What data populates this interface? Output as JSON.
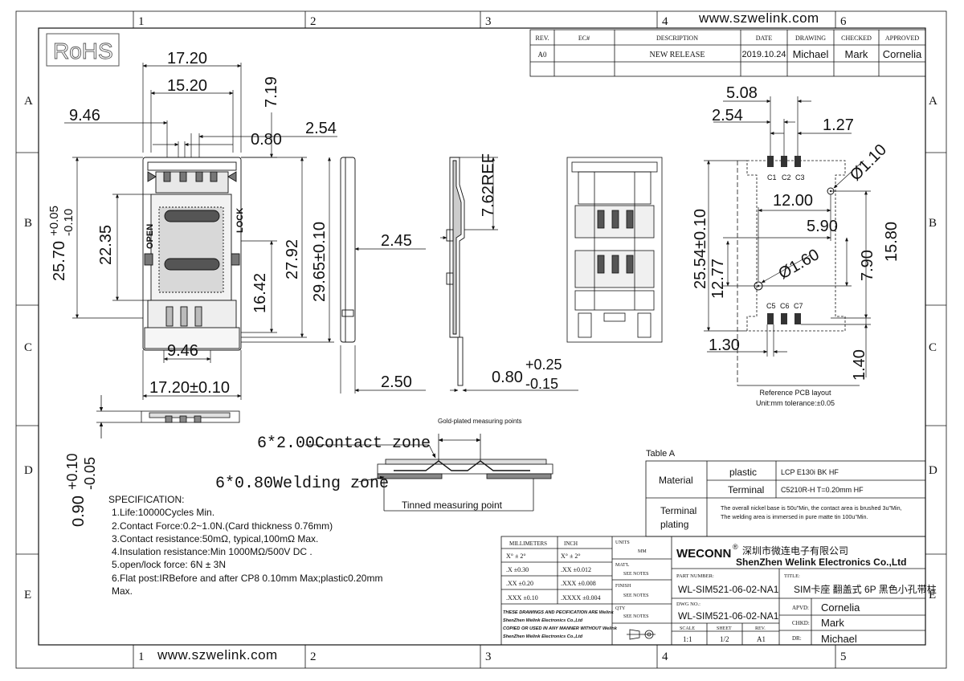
{
  "website": "www.szwelink.com",
  "rohs_label": "RoHS",
  "grid": {
    "columns": [
      "1",
      "2",
      "3",
      "4",
      "5",
      "6"
    ],
    "rows": [
      "A",
      "B",
      "C",
      "D",
      "E"
    ]
  },
  "revision_table": {
    "headers": [
      "REV.",
      "EC#",
      "DESCRIPTION",
      "DATE",
      "DRAWING",
      "CHECKED",
      "APPROVED"
    ],
    "row": {
      "rev": "A0",
      "ec": "",
      "description": "NEW RELEASE",
      "date": "2019.10.24",
      "drawing": "Michael",
      "checked": "Mark",
      "approved": "Cornelia"
    }
  },
  "front_view": {
    "dims": {
      "w_17_20": "17.20",
      "w_15_20": "15.20",
      "w_9_46": "9.46",
      "w_0_80": "0.80",
      "w_2_54": "2.54",
      "h_7_19": "7.19",
      "h_25_70": "25.70",
      "h_25_70_tol_up": "+0.05",
      "h_25_70_tol_dn": "-0.10",
      "h_22_35": "22.35",
      "h_16_42": "16.42",
      "h_27_92": "27.92",
      "h_29_65": "29.65±0.10",
      "w_9_46_bottom": "9.46",
      "w_17_20_tol": "17.20±0.10"
    },
    "labels": {
      "open": "OPEN",
      "lock": "LOCK"
    }
  },
  "side_view": {
    "dims": {
      "t_2_45": "2.45",
      "t_2_50": "2.50",
      "ref_7_62": "7.62REF",
      "t_0_80": "0.80",
      "t_0_80_up": "+0.25",
      "t_0_80_dn": "-0.15"
    }
  },
  "bottom_view": {
    "dims": {
      "h_0_90": "0.90",
      "h_0_90_up": "+0.10",
      "h_0_90_dn": "-0.05"
    },
    "contact_zone": "6*2.00Contact zone",
    "welding_zone": "6*0.80Welding zone",
    "gold_points": "Gold-plated measuring points",
    "tinned_point": "Tinned measuring point"
  },
  "pcb_layout": {
    "dims": {
      "d_5_08": "5.08",
      "d_2_54": "2.54",
      "d_1_27": "1.27",
      "d_1_10": "Ø1.10",
      "d_12_00": "12.00",
      "d_5_90": "5.90",
      "d_15_80": "15.80",
      "d_25_54": "25.54±0.10",
      "d_12_77": "12.77",
      "d_1_60": "Ø1.60",
      "d_7_90": "7.90",
      "d_1_30": "1.30",
      "d_1_40": "1.40"
    },
    "pads_top": [
      "C1",
      "C2",
      "C3"
    ],
    "pads_bottom": [
      "C5",
      "C6",
      "C7"
    ],
    "title": "Reference PCB layout",
    "tolerance": "Unit:mm tolerance:±0.05"
  },
  "table_a": {
    "title": "Table A",
    "material_label": "Material",
    "plastic_label": "plastic",
    "plastic_value": "LCP E130i BK HF",
    "terminal_label": "Terminal",
    "terminal_value": "C5210R-H T=0.20mm HF",
    "plating_label_1": "Terminal",
    "plating_label_2": "plating",
    "plating_value_1": "The overall nickel base is 50u\"Min, the contact area is brushed 3u\"Min,",
    "plating_value_2": "The welding area is immersed in pure matte tin 100u\"Min."
  },
  "specification": {
    "title": "SPECIFICATION:",
    "items": [
      "1.Life:10000Cycles Min.",
      "2.Contact Force:0.2~1.0N.(Card thickness 0.76mm)",
      "3.Contact resistance:50mΩ, typical,100mΩ Max.",
      "4.Insulation resistance:Min 1000MΩ/500V DC .",
      "5.open/lock force: 6N ± 3N",
      "6.Flat post:IRBefore and after CP8 0.10mm Max;plastic0.20mm",
      "Max."
    ]
  },
  "title_block": {
    "mm_header": "MILLIMETERS",
    "inch_header": "INCH",
    "tolerances": [
      [
        "X°  ± 2°",
        "X°  ± 2°"
      ],
      [
        ".X    ±0.30",
        ".XX   ±0.012"
      ],
      [
        ".XX   ±0.20",
        ".XXX  ±0.008"
      ],
      [
        ".XXX ±0.10",
        ".XXXX ±0.004"
      ]
    ],
    "units_label": "UNITS",
    "units_value": "MM",
    "mat_label": "MAT'L",
    "see_notes": "SEE NOTES",
    "finish_label": "FINISH",
    "qty_label": "QTY",
    "brand": "WECONN",
    "brand_reg": "®",
    "company_cn": "深圳市微连电子有限公司",
    "company_en": "ShenZhen Welink Electronics Co.,Ltd",
    "part_number_label": "PART NUMBER:",
    "part_number": "WL-SIM521-06-02-NA1",
    "title_label": "TITLE:",
    "title": "SIM卡座 翻盖式 6P 黑色小孔带柱",
    "dwg_label": "DWG NO.:",
    "dwg_number": "WL-SIM521-06-02-NA1",
    "apvd_label": "APVD:",
    "apvd": "Cornelia",
    "chkd_label": "CHKD:",
    "chkd": "Mark",
    "dr_label": "DR:",
    "dr": "Michael",
    "scale_label": "SCALE",
    "scale": "1:1",
    "sheet_label": "SHEET",
    "sheet": "1/2",
    "rev_label": "REV.",
    "rev": "A1",
    "notice_1": "THESE DRAWINGS AND PECIFICATION  ARE Welink",
    "notice_2": "ShenZhen Welink Electronics Co.,Ltd",
    "notice_3": "COPIED OR USED IN ANY MANNER WITHOUT Welink",
    "notice_4": "ShenZhen Welink Electronics Co.,Ltd"
  }
}
